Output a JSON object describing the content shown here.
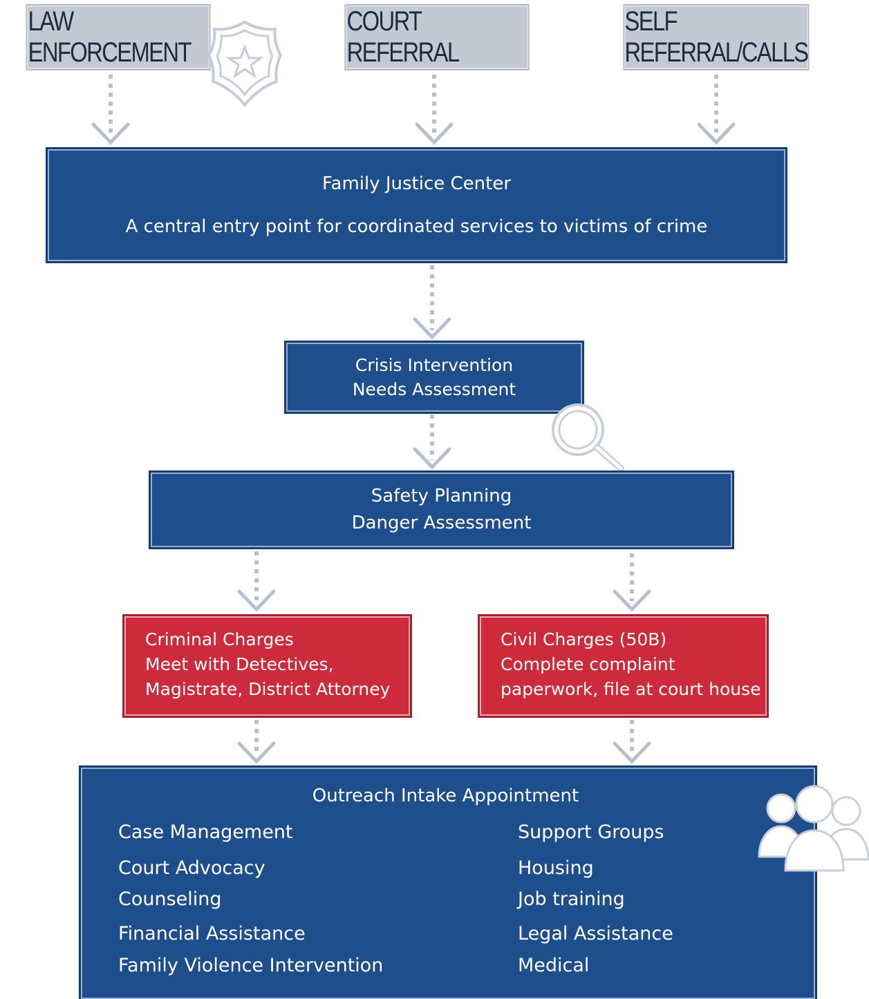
{
  "sources": {
    "law_enforcement": "LAW ENFORCEMENT",
    "court_referral": "COURT REFERRAL",
    "self_referral": "SELF REFERRAL/CALLS"
  },
  "family_justice_center": {
    "title": "Family Justice Center",
    "subtitle": "A central entry point for coordinated services to victims of crime"
  },
  "crisis": {
    "line1": "Crisis Intervention",
    "line2": "Needs Assessment"
  },
  "safety": {
    "line1": "Safety Planning",
    "line2": "Danger Assessment"
  },
  "criminal": {
    "line1": "Criminal Charges",
    "line2": "Meet with Detectives,",
    "line3": "Magistrate, District Attorney"
  },
  "civil": {
    "line1": "Civil Charges (50B)",
    "line2": "Complete complaint",
    "line3": "paperwork, file at court house"
  },
  "outreach": {
    "title": "Outreach Intake Appointment",
    "left_services": [
      "Case Management",
      "Court Advocacy",
      "Counseling",
      "Financial Assistance",
      "Family Violence Intervention"
    ],
    "right_services": [
      "Support Groups",
      "Housing",
      "Job training",
      "Legal Assistance",
      "Medical"
    ]
  },
  "icons": [
    "badge-icon",
    "magnifier-icon",
    "people-icon",
    "arrow-down-icon"
  ],
  "colors": {
    "blue": "#1f4e8c",
    "red": "#cd2a3c",
    "gray_box": "#c3c9d3",
    "connector": "#b9c0cc"
  }
}
